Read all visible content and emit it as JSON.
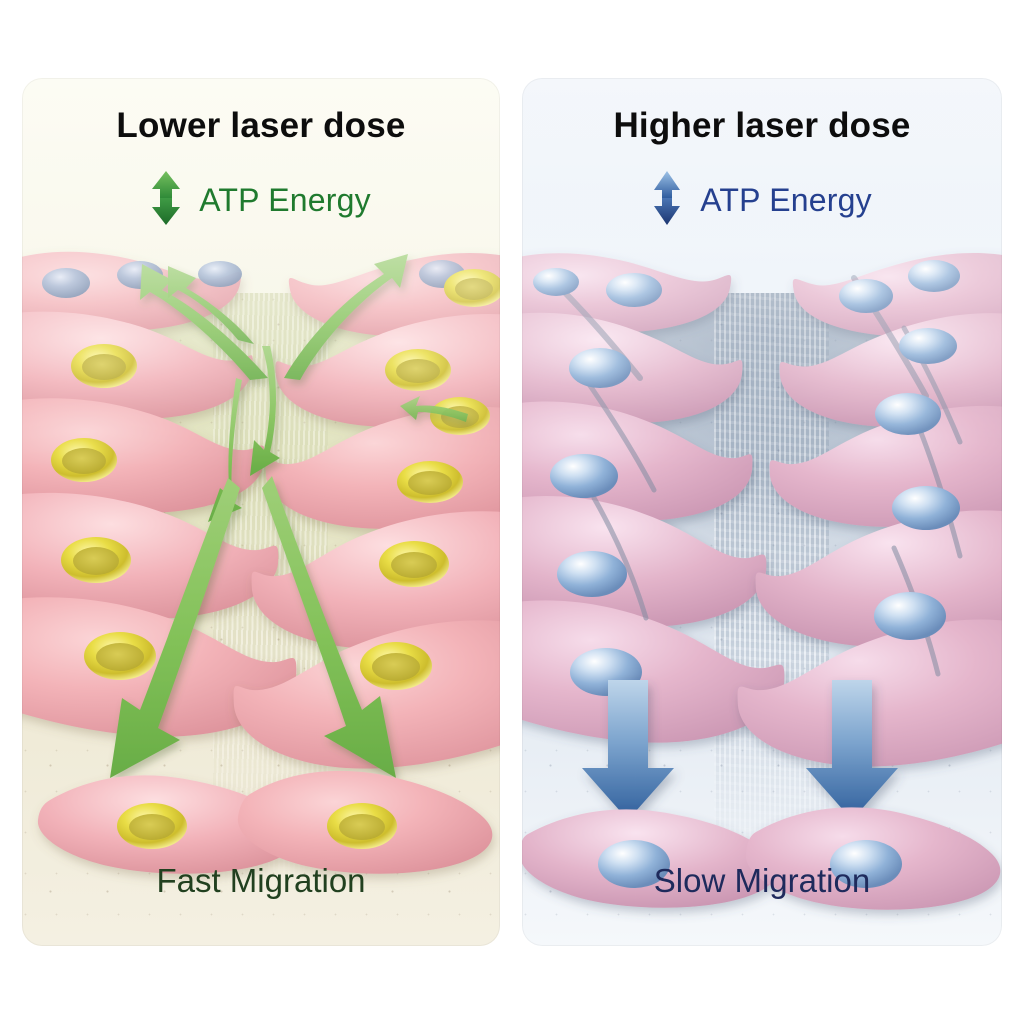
{
  "figure": {
    "type": "scientific-illustration",
    "description": "Two-panel comparison of cell migration under lower versus higher laser dose"
  },
  "panels": [
    {
      "id": "lower-dose",
      "title": "Lower laser dose",
      "energy": {
        "label": "ATP Energy",
        "icon": "up-down-arrow-icon",
        "direction": "up",
        "color": "#1f7a2e"
      },
      "outcome": {
        "label": "Fast Migration",
        "color": "#21401f"
      },
      "arrows": {
        "color": "#7fc05a",
        "style": "curved",
        "count": 8,
        "meaning": "rapid multidirectional migration"
      },
      "cells": {
        "body_color": "#efa9b0",
        "nucleus_color": "#e8de3f",
        "nucleus_style": "yellow-ring",
        "migrating_count": 2
      },
      "background": {
        "sheet": "#f5f3e4",
        "wound_bed": "#e5e6c6"
      }
    },
    {
      "id": "higher-dose",
      "title": "Higher laser dose",
      "energy": {
        "label": "ATP Energy",
        "icon": "up-down-arrow-icon",
        "direction": "down",
        "color": "#25408f"
      },
      "outcome": {
        "label": "Slow Migration",
        "color": "#1e2a5c"
      },
      "arrows": {
        "color": "#3f6eac",
        "style": "straight",
        "count": 2,
        "meaning": "slow unidirectional migration"
      },
      "cells": {
        "body_color": "#e2b3c6",
        "nucleus_color": "#8fb3d9",
        "nucleus_style": "blue-disc",
        "migrating_count": 2
      },
      "background": {
        "sheet": "#eef3f9",
        "wound_bed": "#c3cdd9"
      }
    }
  ]
}
